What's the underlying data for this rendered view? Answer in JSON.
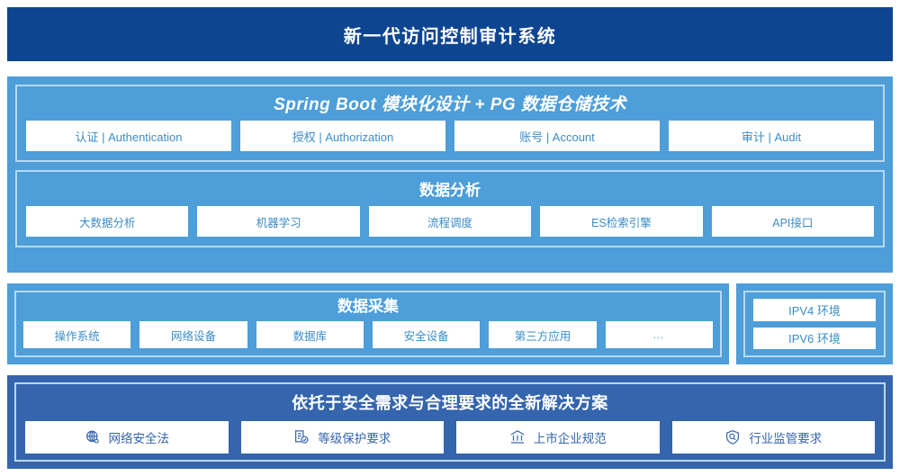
{
  "header": {
    "title": "新一代访问控制审计系统"
  },
  "colors": {
    "header_bg": "#0d4591",
    "panel_blue": "#4d9ed9",
    "panel_dark_blue": "#3465ad",
    "inner_border": "#b8d9f0",
    "cell_text_blue": "#3c8dc8",
    "bottom_cell_text": "#3465ad",
    "cell_bg": "#ffffff"
  },
  "platform_group": {
    "title": "Spring Boot 模块化设计 + PG 数据仓储技术",
    "items": [
      {
        "label": "认证 | Authentication"
      },
      {
        "label": "授权 | Authorization"
      },
      {
        "label": "账号 | Account"
      },
      {
        "label": "审计 | Audit"
      }
    ]
  },
  "analysis_group": {
    "title": "数据分析",
    "items": [
      {
        "label": "大数据分析"
      },
      {
        "label": "机器学习"
      },
      {
        "label": "流程调度"
      },
      {
        "label": "ES检索引擎"
      },
      {
        "label": "API接口"
      }
    ]
  },
  "collection_group": {
    "title": "数据采集",
    "items": [
      {
        "label": "操作系统"
      },
      {
        "label": "网络设备"
      },
      {
        "label": "数据库"
      },
      {
        "label": "安全设备"
      },
      {
        "label": "第三方应用"
      },
      {
        "label": "…"
      }
    ]
  },
  "environment_group": {
    "items": [
      {
        "label": "IPV4 环境"
      },
      {
        "label": "IPV6 环境"
      }
    ]
  },
  "compliance_group": {
    "title": "依托于安全需求与合理要求的全新解决方案",
    "items": [
      {
        "label": "网络安全法",
        "icon": "globe-icon"
      },
      {
        "label": "等级保护要求",
        "icon": "document-check-icon"
      },
      {
        "label": "上市企业规范",
        "icon": "bank-icon"
      },
      {
        "label": "行业监管要求",
        "icon": "shield-search-icon"
      }
    ]
  }
}
